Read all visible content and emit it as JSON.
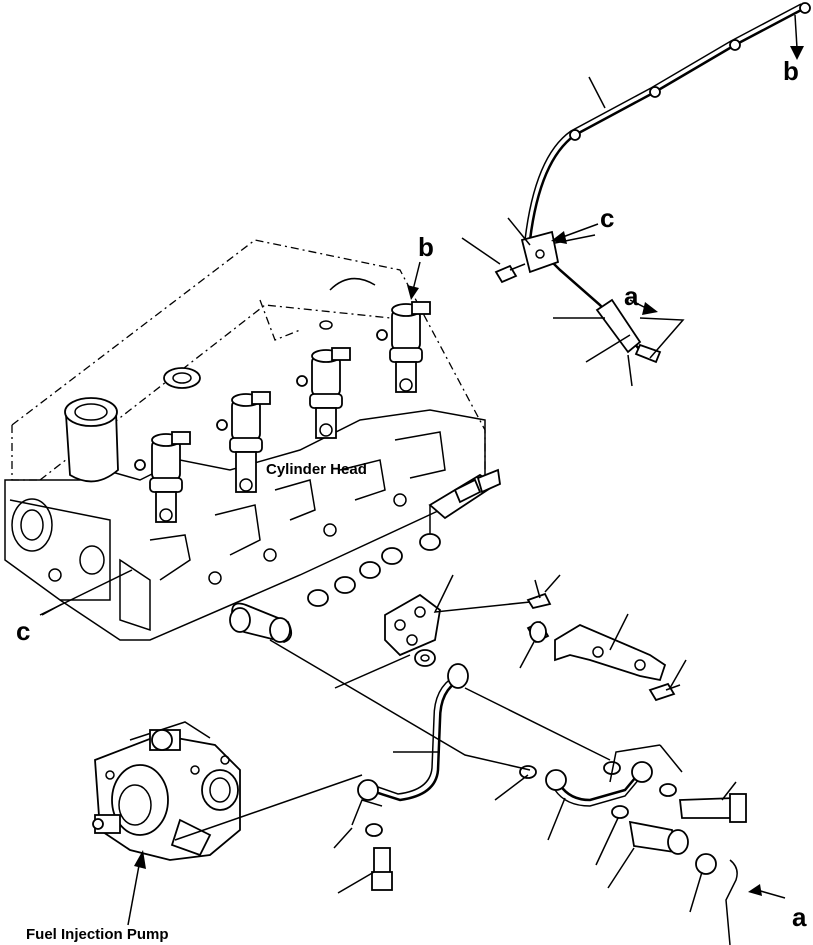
{
  "labels": {
    "cylinder_head": "Cylinder Head",
    "fuel_injection_pump": "Fuel Injection Pump",
    "ref_a_top": "a",
    "ref_a_bottom": "a",
    "ref_b_top": "b",
    "ref_b_mid": "b",
    "ref_c_top": "c",
    "ref_c_left": "c"
  },
  "colors": {
    "ink": "#000000",
    "paper": "#ffffff"
  }
}
